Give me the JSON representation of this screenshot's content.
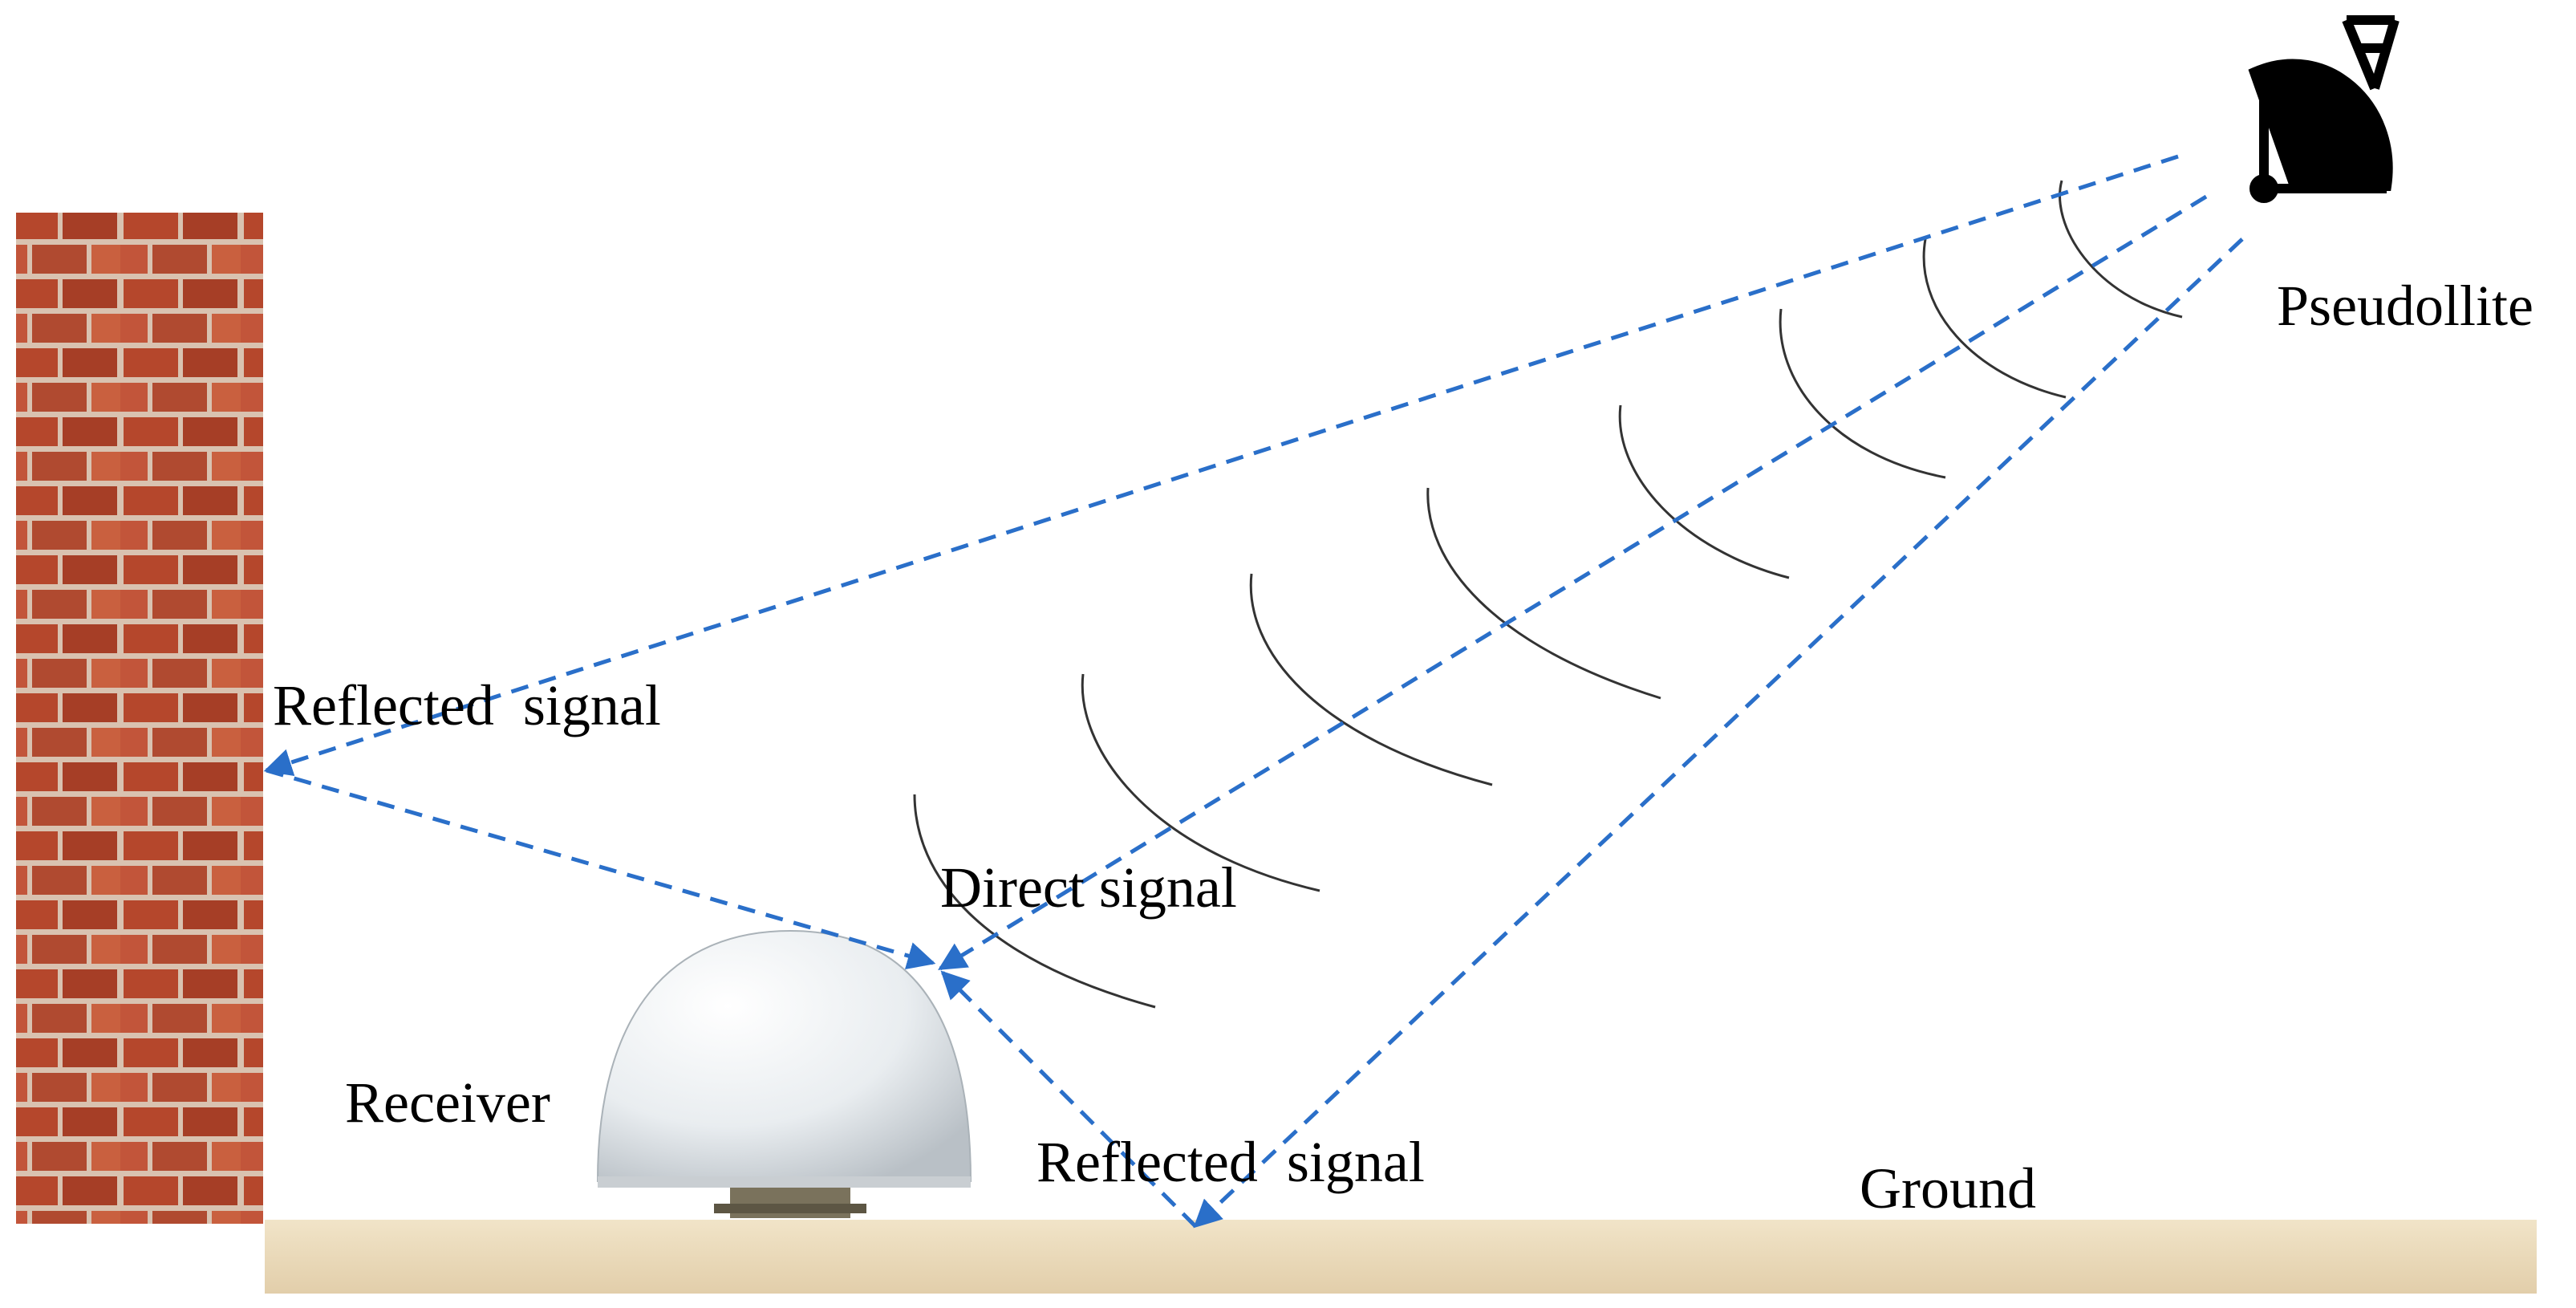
{
  "labels": {
    "pseudollite": "Pseudollite",
    "reflected_wall": "Reflected  signal",
    "direct": "Direct signal",
    "receiver": "Receiver",
    "reflected_ground": "Reflected  signal",
    "ground": "Ground"
  },
  "colors": {
    "signal_line": "#2a6fc9",
    "wave_arc": "#333333",
    "brick": "#b5472c",
    "mortar": "#d9c2b0",
    "ground": "#e9d8b8",
    "dome": "#eef1f3"
  },
  "icons": {
    "transmitter": "satellite-dish-icon",
    "receiver": "gnss-antenna-dome-icon"
  }
}
